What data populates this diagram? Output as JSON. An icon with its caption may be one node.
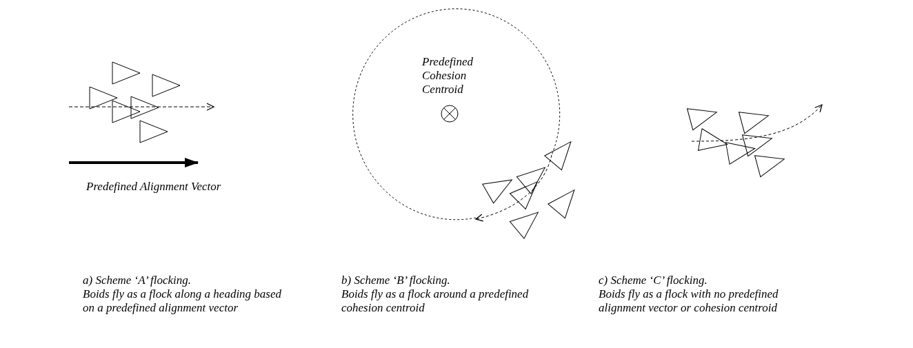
{
  "diagram": {
    "labels": [
      "Predefined Cohesion Centroid",
      "Predefined Alignment Vector",
      "a) Scheme ‘A’ flocking.",
      "Boids fly as a flock along a heading based on a predefined alignment vector",
      "b) Scheme ‘B’ flocking.",
      "Boids fly as a flock around a predefined cohesion centroid",
      "c) Scheme ‘C’ flocking.",
      "Boids fly as a flock with no predefined alignment vector or cohesion centroid"
    ]
  }
}
